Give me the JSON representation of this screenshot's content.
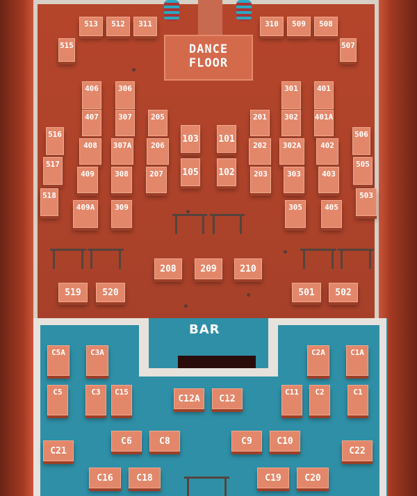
{
  "map": {
    "dance_floor_lines": [
      "DANCE",
      "FLOOR"
    ],
    "bar_label": "BAR",
    "colors": {
      "floor": "#a8412a",
      "table": "#e3876a",
      "bar_area": "#2f8fa6",
      "wall": "#e8e2dc"
    },
    "tables": [
      {
        "label": "513"
      },
      {
        "label": "512"
      },
      {
        "label": "311"
      },
      {
        "label": "310"
      },
      {
        "label": "509"
      },
      {
        "label": "508"
      },
      {
        "label": "515"
      },
      {
        "label": "507"
      },
      {
        "label": "406"
      },
      {
        "label": "306"
      },
      {
        "label": "301"
      },
      {
        "label": "401"
      },
      {
        "label": "407"
      },
      {
        "label": "307"
      },
      {
        "label": "205"
      },
      {
        "label": "201"
      },
      {
        "label": "302"
      },
      {
        "label": "401A"
      },
      {
        "label": "516"
      },
      {
        "label": "103"
      },
      {
        "label": "101"
      },
      {
        "label": "506"
      },
      {
        "label": "408"
      },
      {
        "label": "307A"
      },
      {
        "label": "206"
      },
      {
        "label": "202"
      },
      {
        "label": "302A"
      },
      {
        "label": "402"
      },
      {
        "label": "517"
      },
      {
        "label": "105"
      },
      {
        "label": "102"
      },
      {
        "label": "505"
      },
      {
        "label": "409"
      },
      {
        "label": "308"
      },
      {
        "label": "207"
      },
      {
        "label": "203"
      },
      {
        "label": "303"
      },
      {
        "label": "403"
      },
      {
        "label": "518"
      },
      {
        "label": "503"
      },
      {
        "label": "409A"
      },
      {
        "label": "309"
      },
      {
        "label": "305"
      },
      {
        "label": "405"
      },
      {
        "label": "208"
      },
      {
        "label": "209"
      },
      {
        "label": "210"
      },
      {
        "label": "519"
      },
      {
        "label": "520"
      },
      {
        "label": "501"
      },
      {
        "label": "502"
      },
      {
        "label": "C5A"
      },
      {
        "label": "C3A"
      },
      {
        "label": "C2A"
      },
      {
        "label": "C1A"
      },
      {
        "label": "C5"
      },
      {
        "label": "C3"
      },
      {
        "label": "C15"
      },
      {
        "label": "C12A"
      },
      {
        "label": "C12"
      },
      {
        "label": "C11"
      },
      {
        "label": "C2"
      },
      {
        "label": "C1"
      },
      {
        "label": "C21"
      },
      {
        "label": "C6"
      },
      {
        "label": "C8"
      },
      {
        "label": "C9"
      },
      {
        "label": "C10"
      },
      {
        "label": "C22"
      },
      {
        "label": "C16"
      },
      {
        "label": "C18"
      },
      {
        "label": "C19"
      },
      {
        "label": "C20"
      }
    ]
  }
}
